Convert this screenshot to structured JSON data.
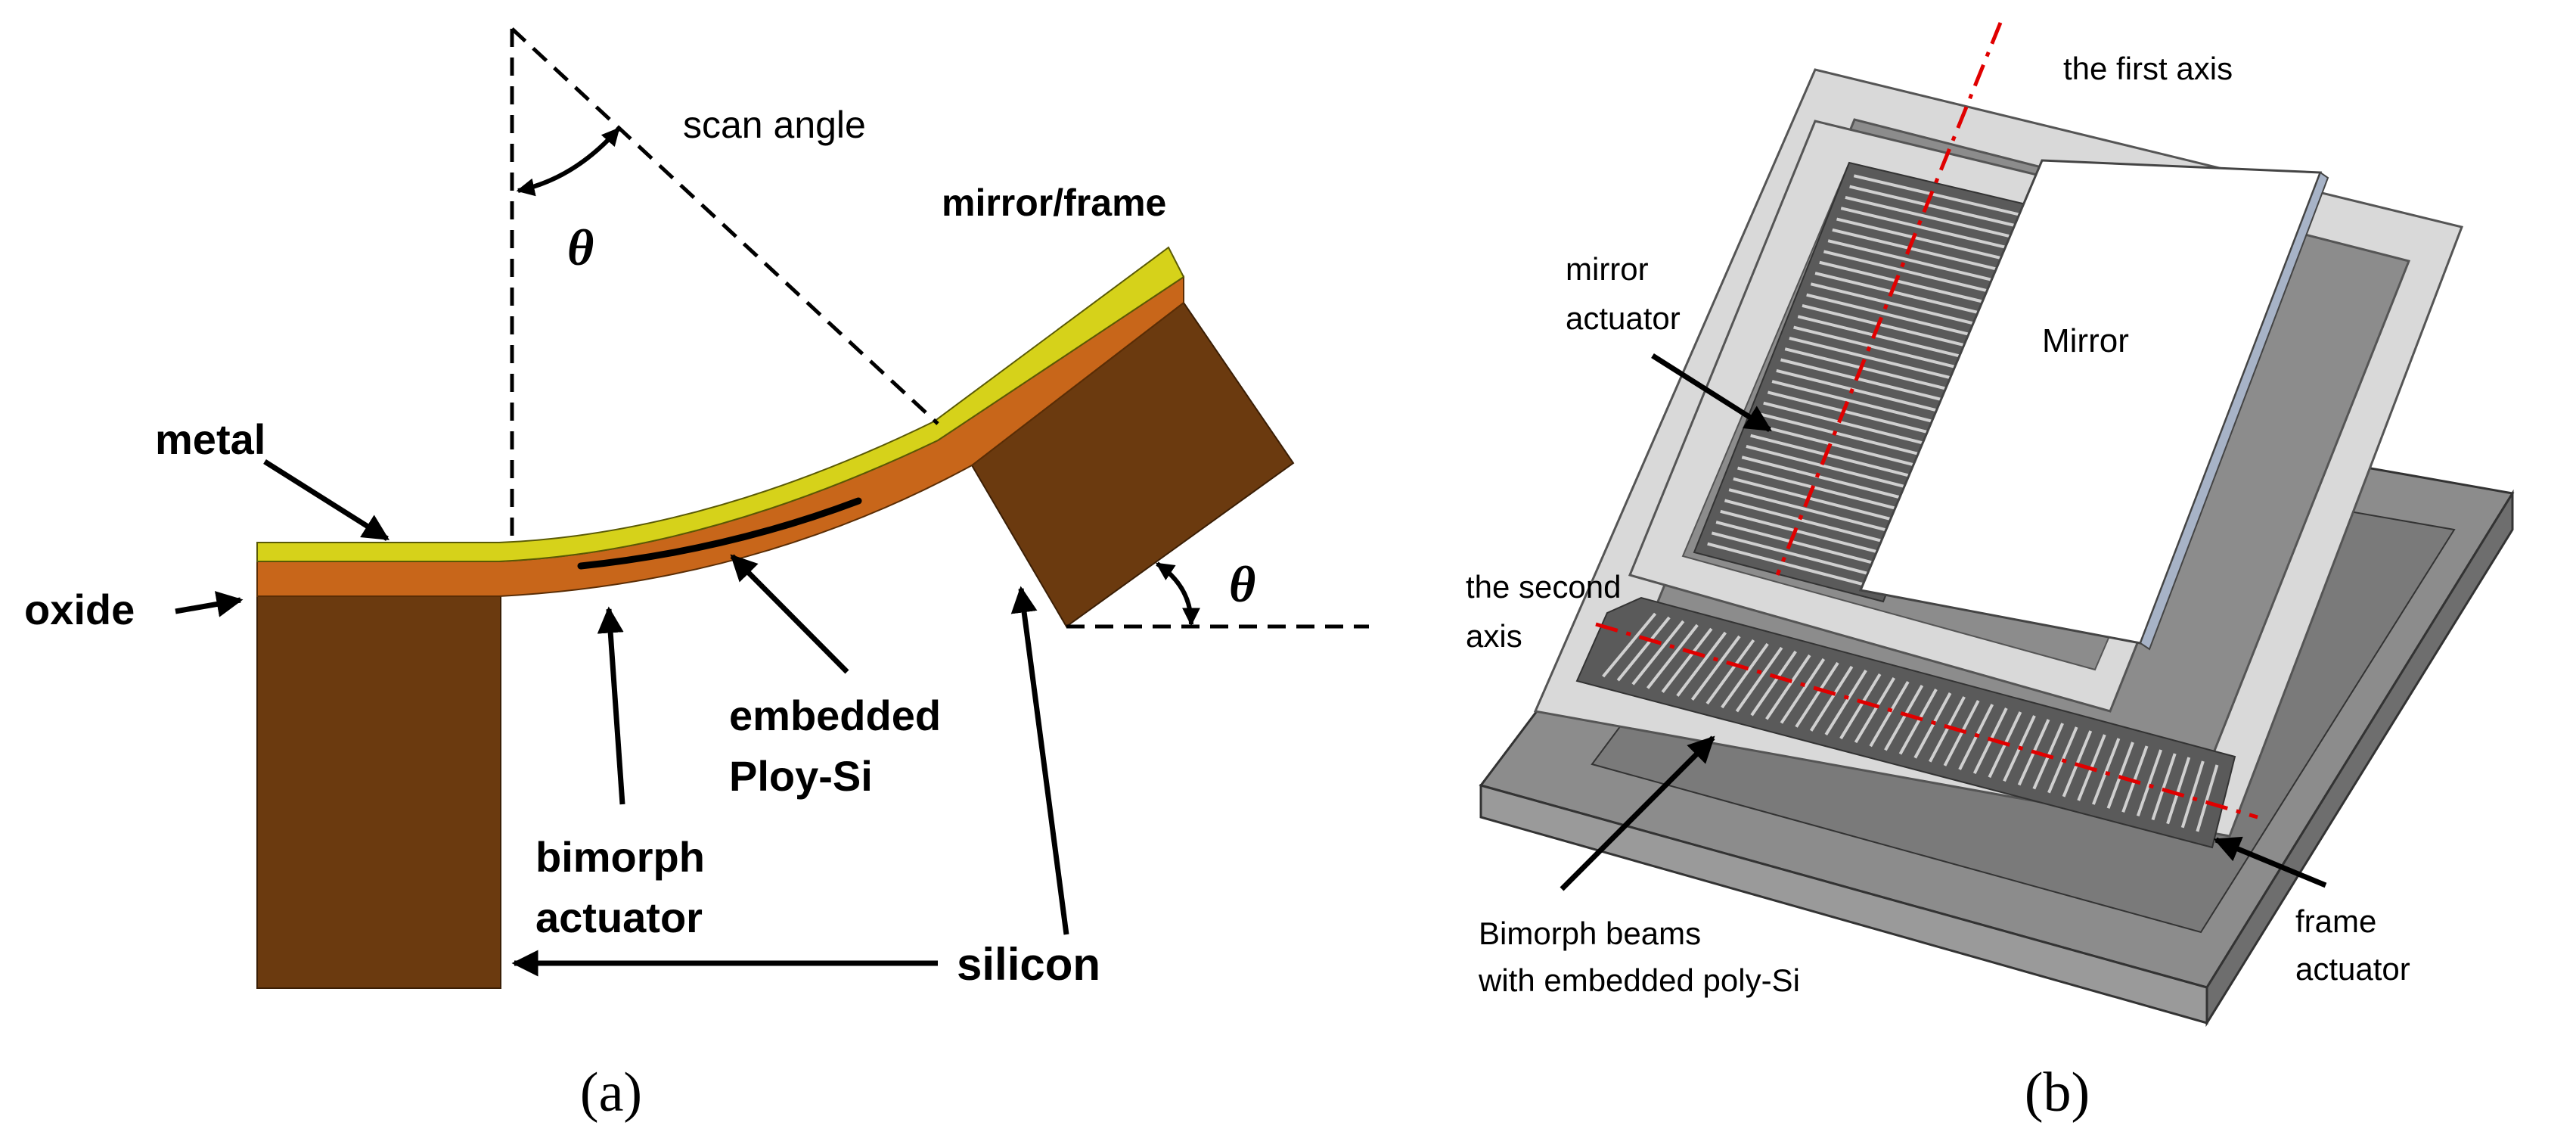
{
  "panel_a": {
    "caption": "(a)",
    "labels": {
      "scan_angle": "scan angle",
      "theta_top": "θ",
      "theta_right": "θ",
      "mirror_frame": "mirror/frame",
      "metal": "metal",
      "oxide": "oxide",
      "embedded_line1": "embedded",
      "embedded_line2": "Ploy-Si",
      "bimorph_line1": "bimorph",
      "bimorph_line2": "actuator",
      "silicon": "silicon"
    },
    "colors": {
      "silicon": "#6b3a0f",
      "oxide": "#c8661a",
      "metal": "#d6d21a",
      "polysi": "#000000"
    }
  },
  "panel_b": {
    "caption": "(b)",
    "labels": {
      "first_axis": "the first axis",
      "second_axis_line1": "the second",
      "second_axis_line2": "axis",
      "mirror_actuator_line1": "mirror",
      "mirror_actuator_line2": "actuator",
      "mirror": "Mirror",
      "bimorph_beams_line1": "Bimorph beams",
      "bimorph_beams_line2": "with embedded poly-Si",
      "frame_actuator_line1": "frame",
      "frame_actuator_line2": "actuator"
    },
    "colors": {
      "substrate": "#8c8c8c",
      "frame": "#d9d9d9",
      "mirror": "#ffffff",
      "axis": "#e00000",
      "beams": "#5a5a5a"
    }
  }
}
